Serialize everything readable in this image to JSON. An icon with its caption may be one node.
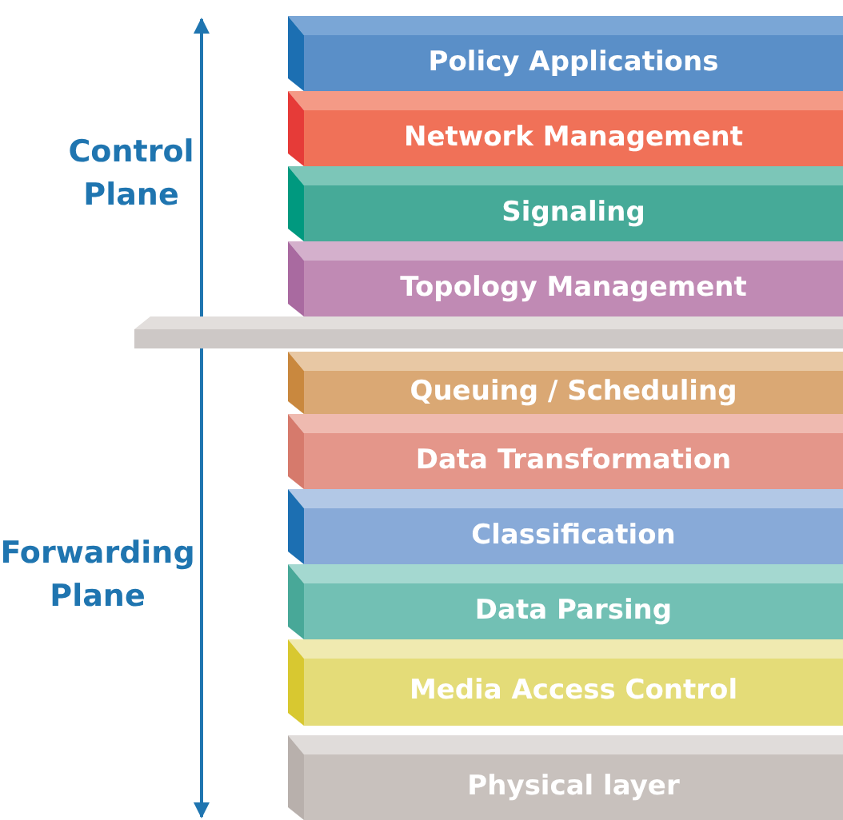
{
  "diagram": {
    "nodes": [
      {
        "text": [
          "Policy Applications"
        ]
      },
      {
        "text": [
          "Network Management"
        ]
      },
      {
        "text": [
          "Signaling"
        ]
      },
      {
        "text": [
          "Topology Management"
        ]
      },
      {
        "text": [],
        "shape": "bar"
      },
      {
        "text": [
          "Queuing / Scheduling"
        ]
      },
      {
        "text": [
          "Data Transformation"
        ]
      },
      {
        "text": [
          "Classification"
        ]
      },
      {
        "text": [
          "Data Parsing"
        ]
      },
      {
        "text": [
          "Media Access Control"
        ]
      },
      {
        "text": [
          "Physical layer"
        ]
      }
    ],
    "labels": [
      "Control Plane",
      "Forwarding Plane"
    ]
  }
}
